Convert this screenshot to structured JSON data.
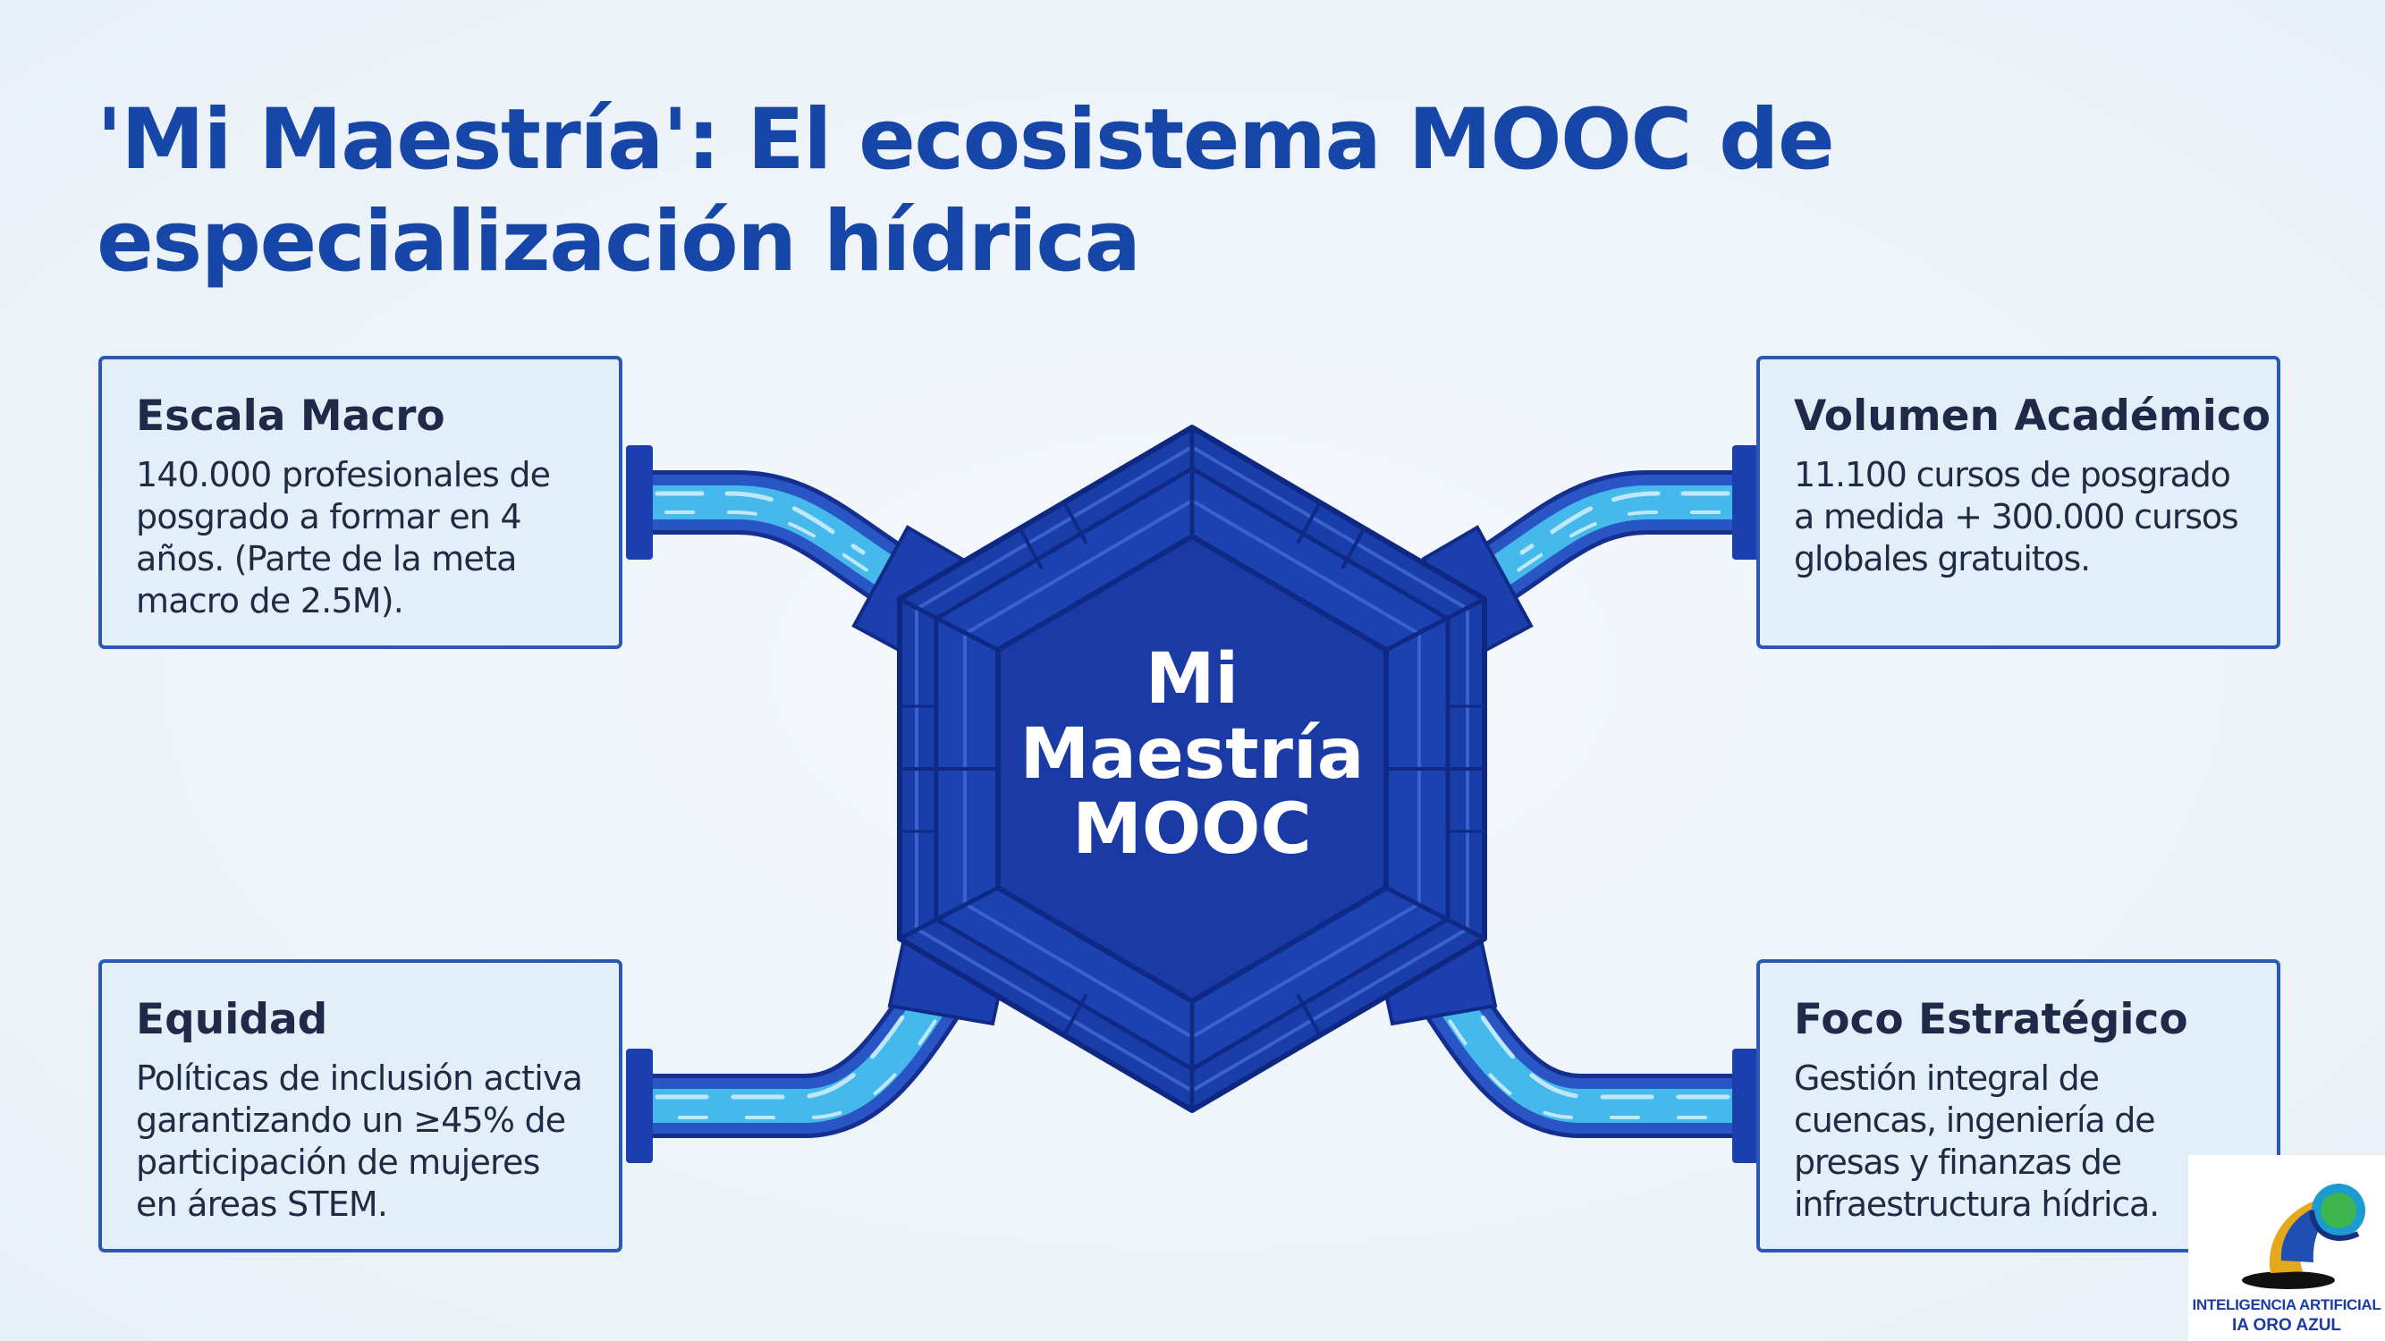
{
  "title": {
    "line1": "'Mi Maestría': El ecosistema MOOC de",
    "line2": "especialización hídrica"
  },
  "hub": {
    "line1": "Mi",
    "line2": "Maestría",
    "line3": "MOOC"
  },
  "cards": {
    "top_left": {
      "heading": "Escala Macro",
      "body": "140.000 profesionales de posgrado a formar en 4 años. (Parte de la meta macro de 2.5M)."
    },
    "top_right": {
      "heading": "Volumen Académico",
      "body": "11.100 cursos de posgrado a medida + 300.000 cursos globales gratuitos."
    },
    "bottom_left": {
      "heading": "Equidad",
      "body": "Políticas de inclusión activa garantizando un ≥45% de participación de mujeres en áreas STEM."
    },
    "bottom_right": {
      "heading": "Foco Estratégico",
      "body": "Gestión integral de cuencas, ingeniería de presas y finanzas de infraestructura hídrica."
    }
  },
  "logo": {
    "line1": "INTELIGENCIA ARTIFICIAL",
    "line2": "IA ORO AZUL"
  },
  "colors": {
    "title": "#1646a8",
    "hub_fill": "#1b3fae",
    "hub_edge": "#0f2a86",
    "pipe_outer": "#1a3fa8",
    "pipe_water": "#40b6ea",
    "card_border": "#2a58b4",
    "card_fill": "#e3eff8",
    "background": "#eef4f9"
  }
}
